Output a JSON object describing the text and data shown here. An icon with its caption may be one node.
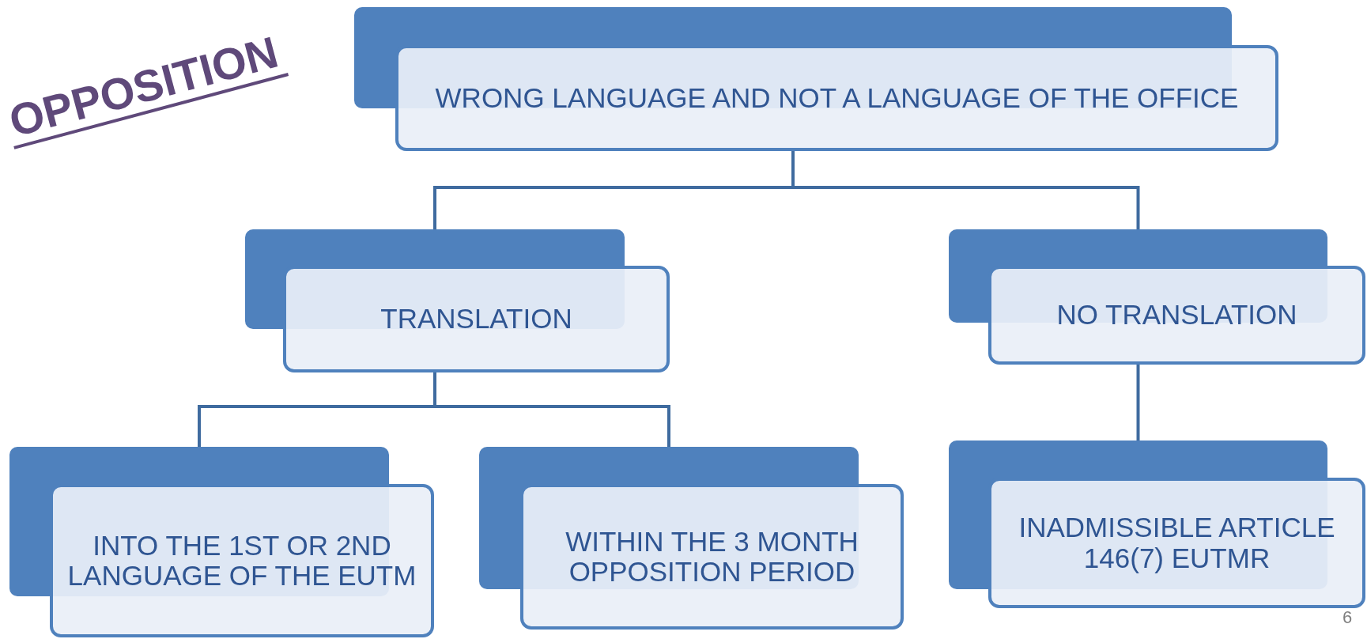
{
  "diagram": {
    "title": "OPPOSITION",
    "nodes": [
      {
        "text": [
          "WRONG LANGUAGE AND NOT A LANGUAGE OF THE OFFICE"
        ]
      },
      {
        "text": [
          "TRANSLATION"
        ]
      },
      {
        "text": [
          "NO TRANSLATION"
        ]
      },
      {
        "text": [
          "INTO THE 1ST OR 2ND LANGUAGE OF THE EUTM"
        ]
      },
      {
        "text": [
          "WITHIN THE 3 MONTH OPPOSITION PERIOD"
        ]
      },
      {
        "text": [
          "INADMISSIBLE ARTICLE 146(7) EUTMR"
        ]
      }
    ],
    "edges": [
      {
        "from": 0,
        "to": 1,
        "arrow": "none"
      },
      {
        "from": 0,
        "to": 2,
        "arrow": "none"
      },
      {
        "from": 1,
        "to": 3,
        "arrow": "none"
      },
      {
        "from": 1,
        "to": 4,
        "arrow": "none"
      },
      {
        "from": 2,
        "to": 5,
        "arrow": "none"
      }
    ],
    "labels": [
      "6"
    ]
  }
}
